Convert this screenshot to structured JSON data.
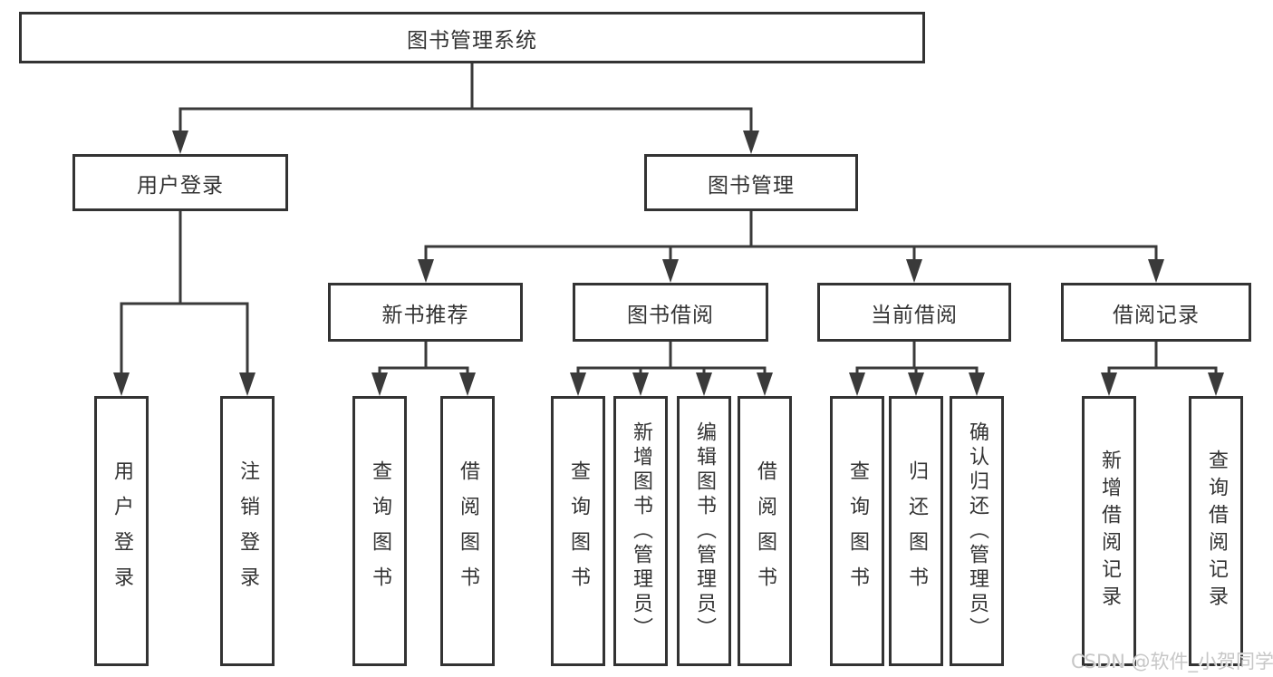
{
  "tree": {
    "label": "图书管理系统",
    "children": [
      {
        "label": "用户登录",
        "children": [
          {
            "label": "用户登录"
          },
          {
            "label": "注销登录"
          }
        ]
      },
      {
        "label": "图书管理",
        "children": [
          {
            "label": "新书推荐",
            "children": [
              {
                "label": "查询图书"
              },
              {
                "label": "借阅图书"
              }
            ]
          },
          {
            "label": "图书借阅",
            "children": [
              {
                "label": "查询图书"
              },
              {
                "label": "新增图书（管理员）"
              },
              {
                "label": "编辑图书（管理员）"
              },
              {
                "label": "借阅图书"
              }
            ]
          },
          {
            "label": "当前借阅",
            "children": [
              {
                "label": "查询图书"
              },
              {
                "label": "归还图书"
              },
              {
                "label": "确认归还（管理员）"
              }
            ]
          },
          {
            "label": "借阅记录",
            "children": [
              {
                "label": "新增借阅记录"
              },
              {
                "label": "查询借阅记录"
              }
            ]
          }
        ]
      }
    ]
  },
  "watermark": "CSDN @软件_小贺同学",
  "colors": {
    "line": "#3a3a3a",
    "border": "#333333",
    "text": "#333333",
    "background": "#ffffff",
    "watermark": "#c7c7c7"
  }
}
